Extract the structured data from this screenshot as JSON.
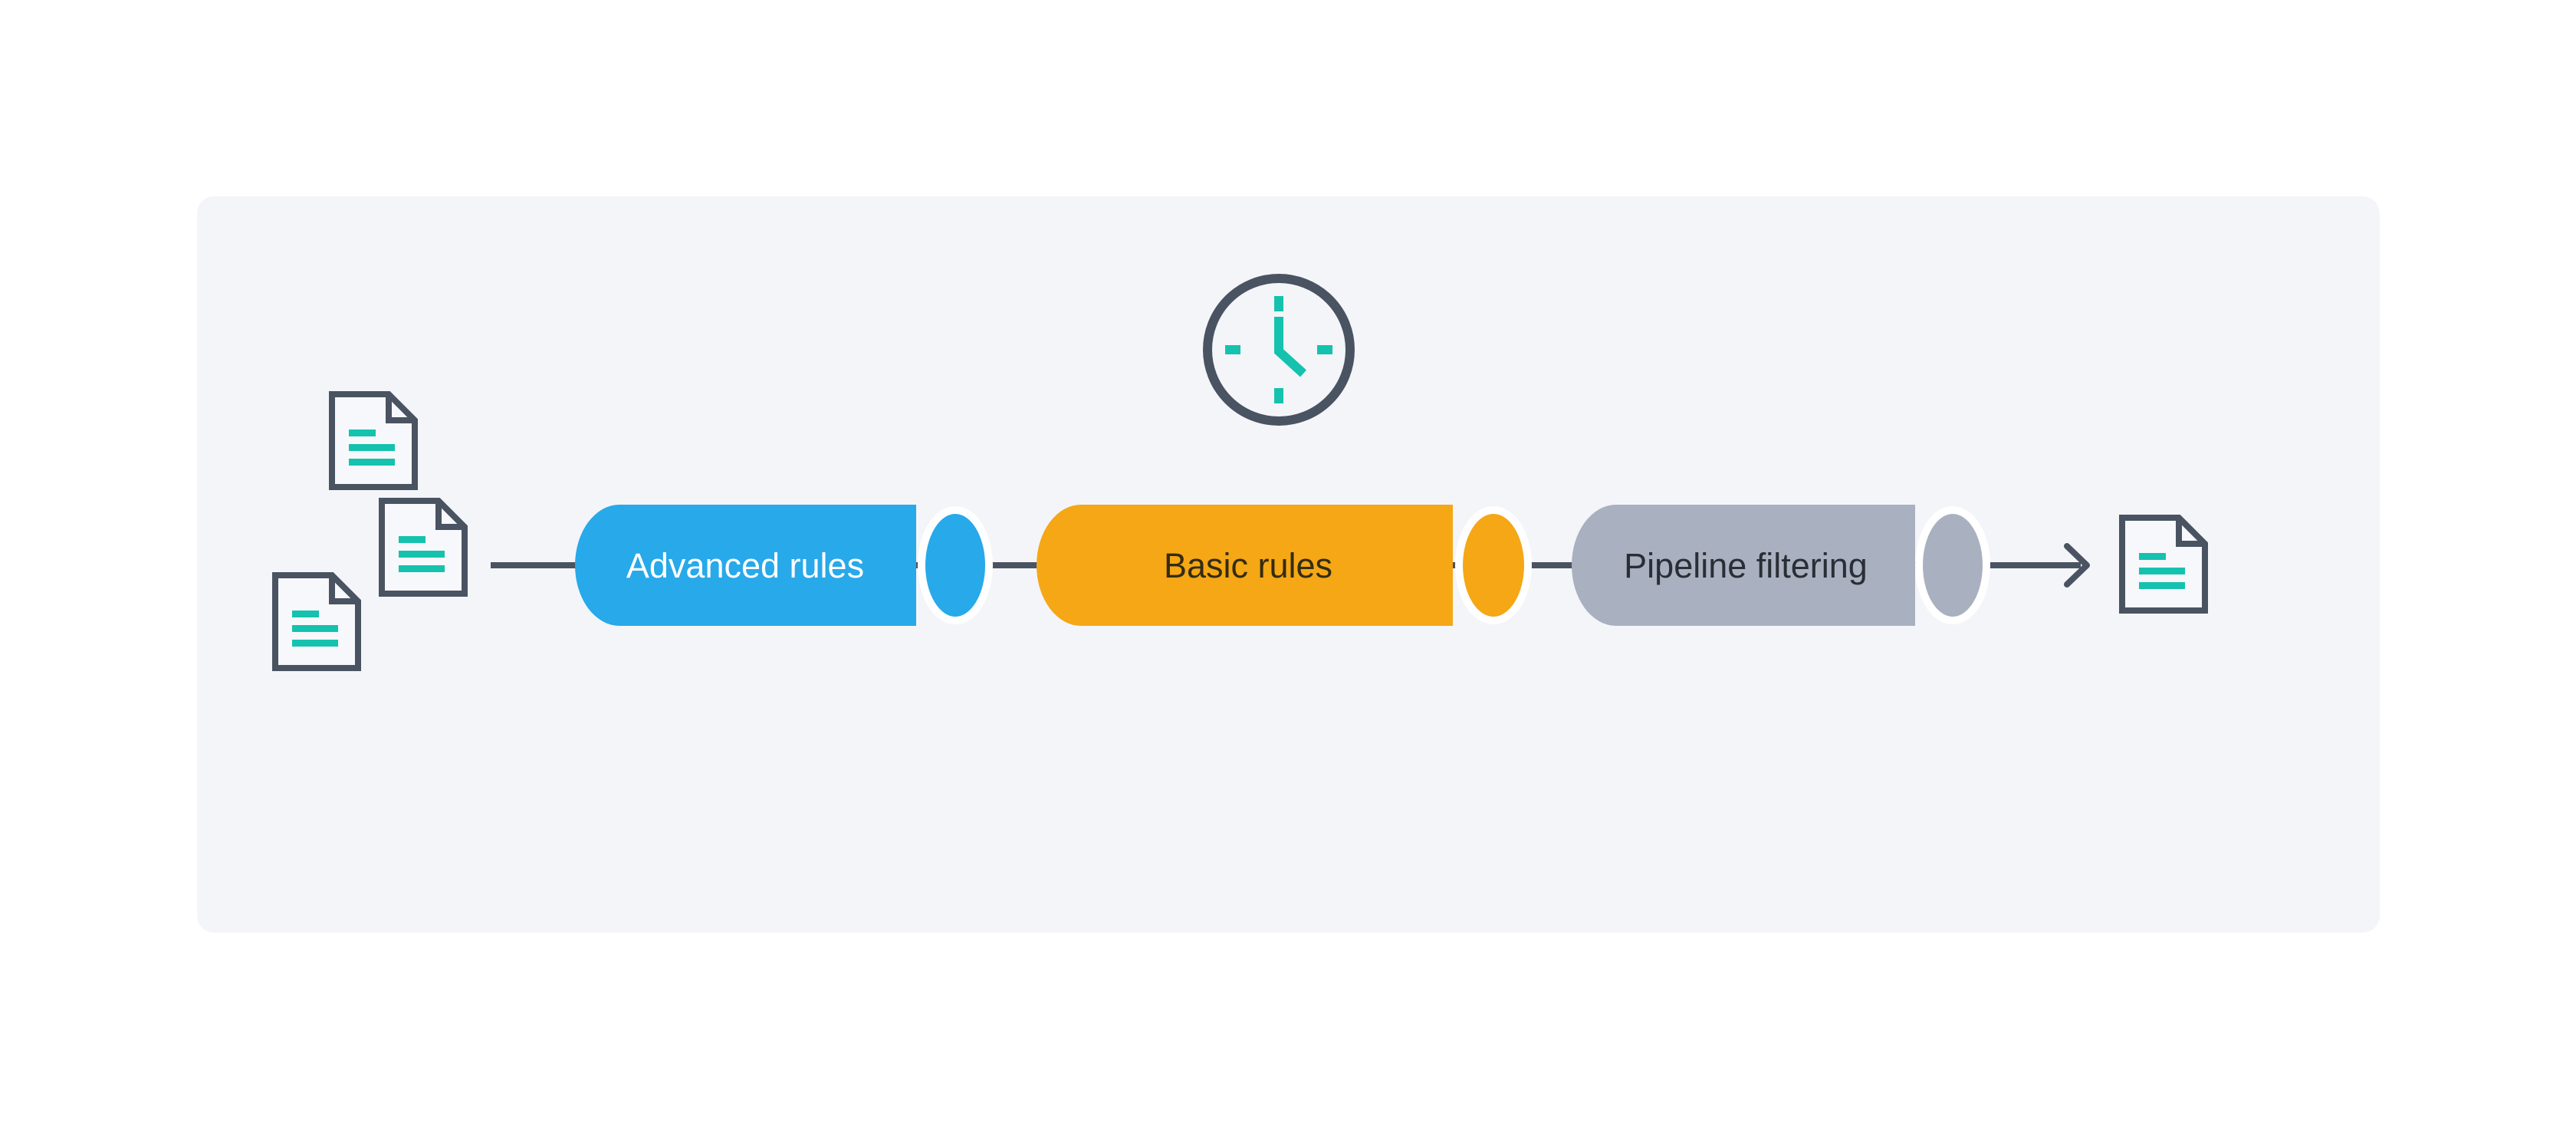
{
  "panel": {
    "background": "#F4F5F9",
    "page_background": "#FFFFFF"
  },
  "pipeline": {
    "stages": [
      {
        "label": "Advanced rules",
        "color": "#27A9EA",
        "text_color": "#FFFFFF"
      },
      {
        "label": "Basic rules",
        "color": "#F5A716",
        "text_color": "#342C11"
      },
      {
        "label": "Pipeline filtering",
        "color": "#A9B1C0",
        "text_color": "#2A2E36"
      }
    ],
    "input_documents": 3,
    "output_documents": 1
  },
  "icons": {
    "document": "document-icon",
    "clock": "clock-icon",
    "arrow_right": "arrow-right-icon"
  },
  "colors": {
    "teal_accent": "#14C2AE",
    "outline_slate": "#4A5361",
    "connector": "#4A5361",
    "cap_highlight": "#FFFFFF"
  }
}
